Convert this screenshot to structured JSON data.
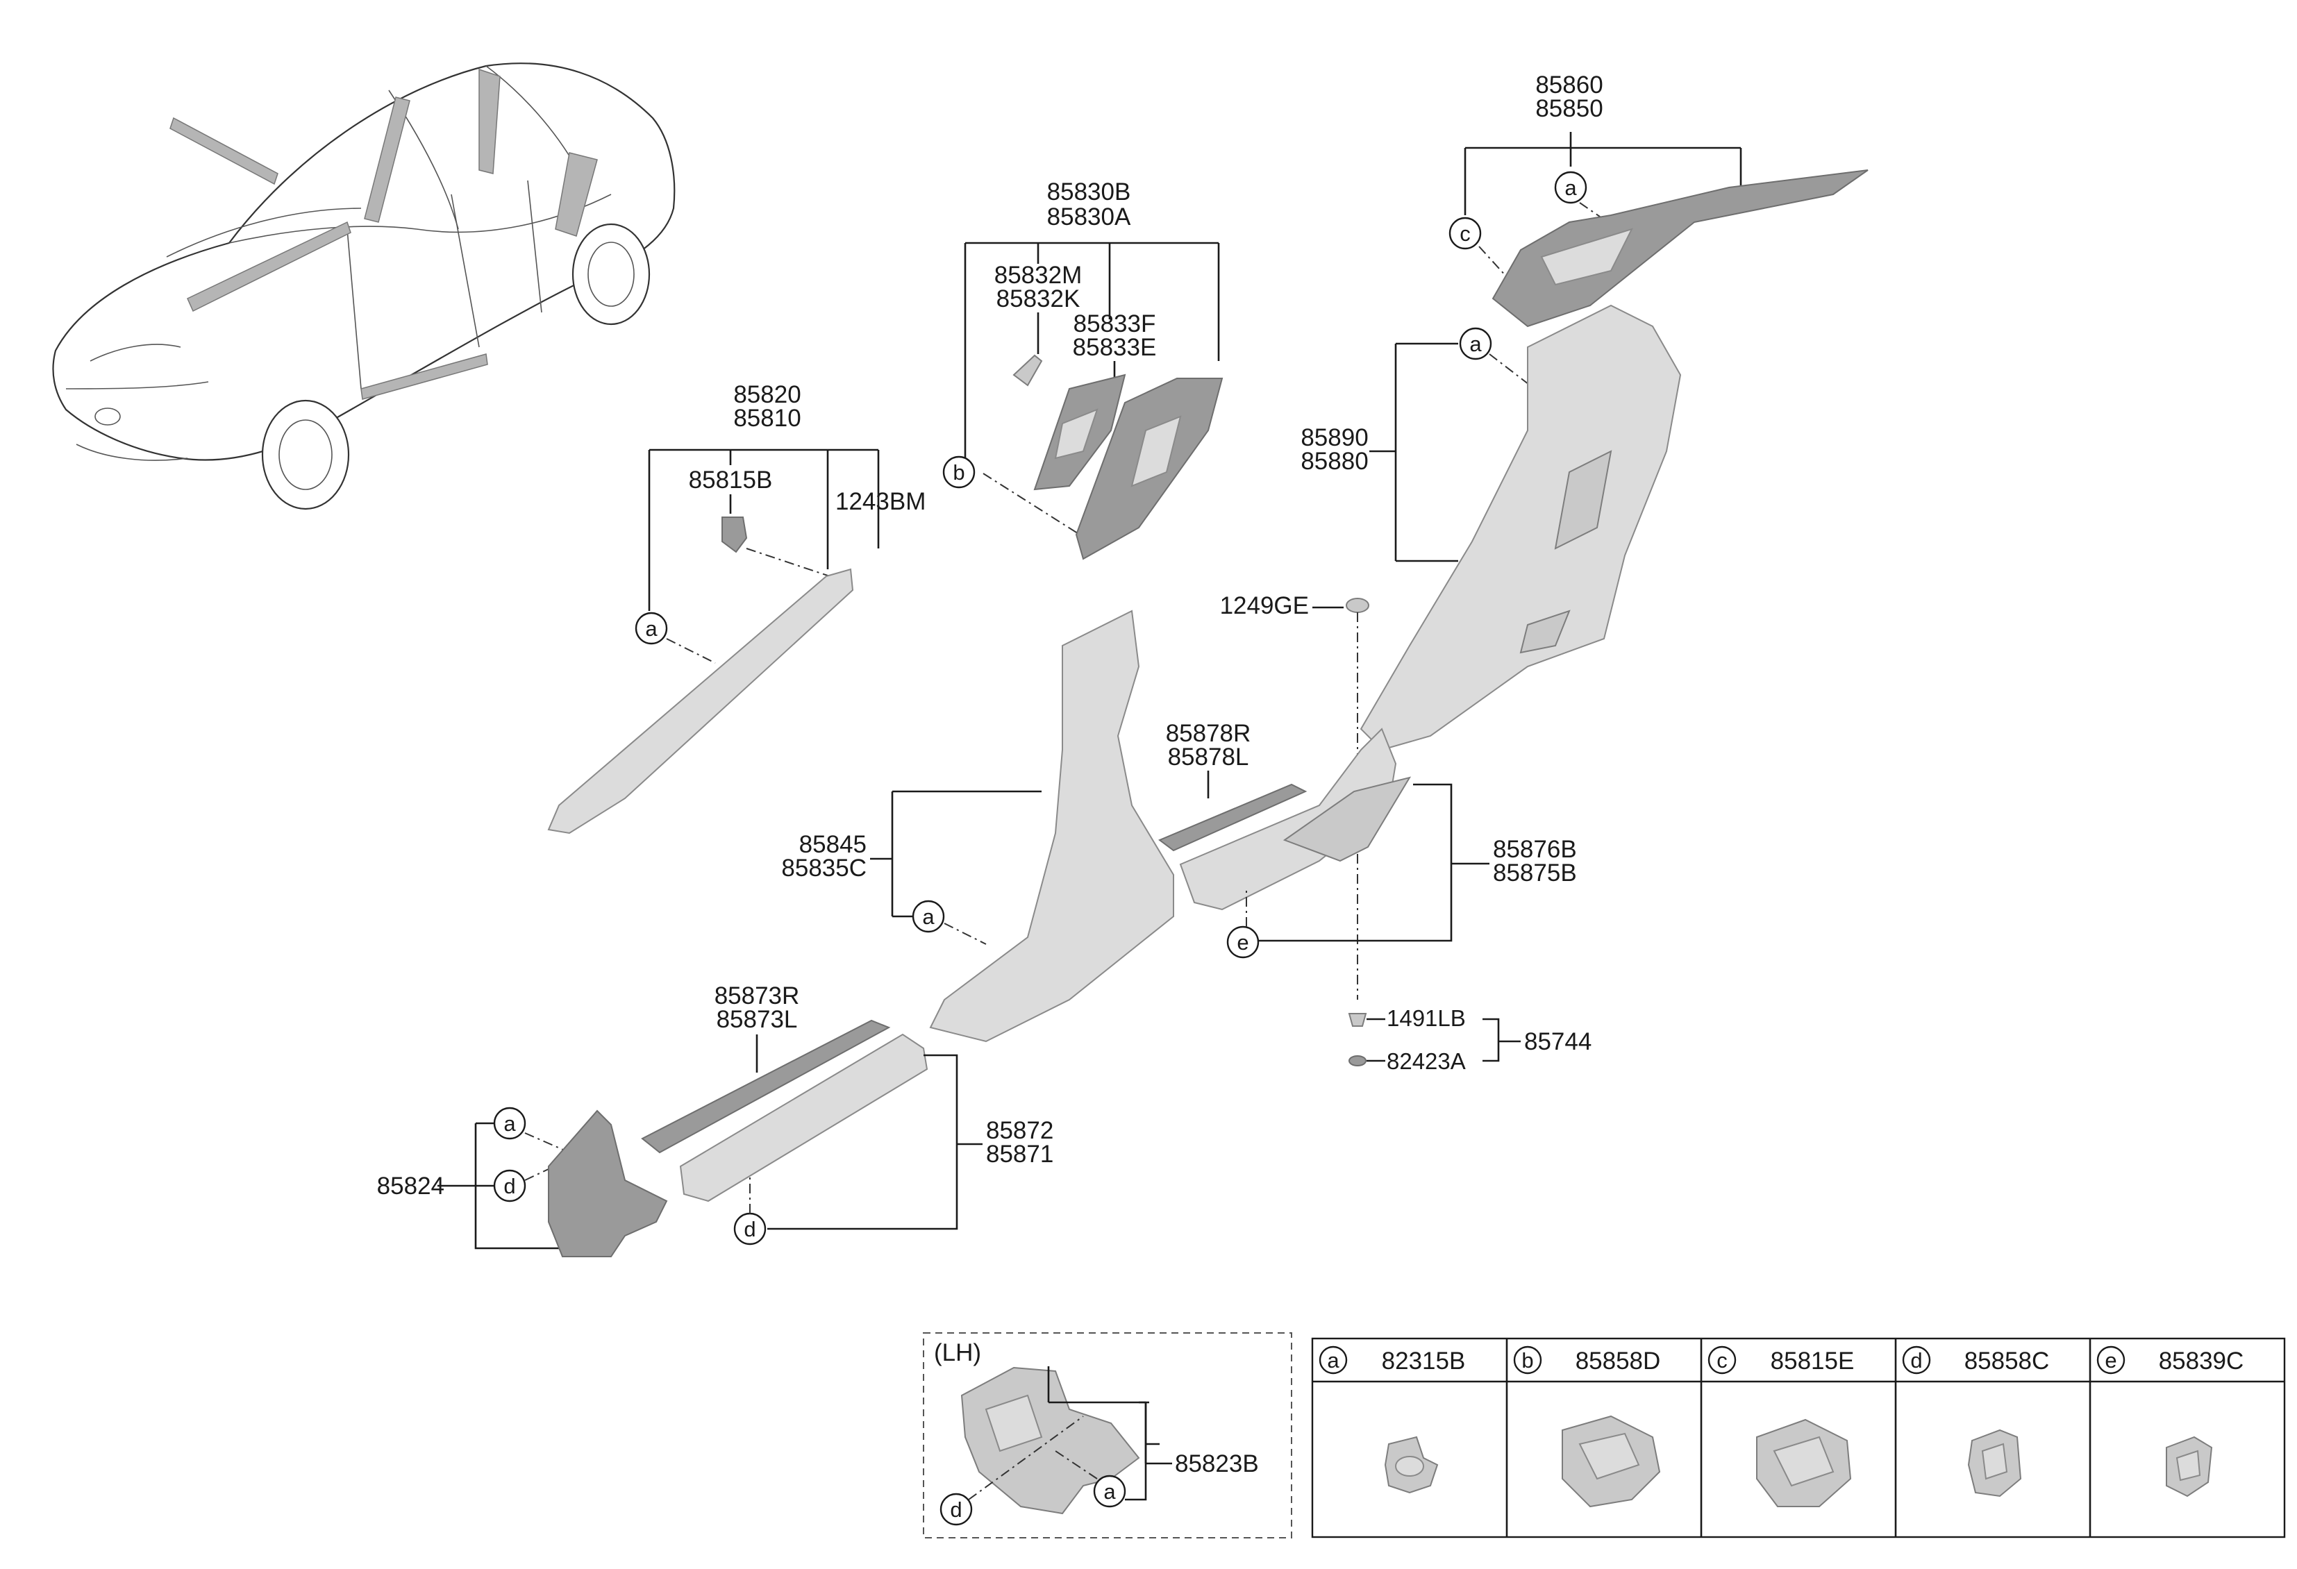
{
  "parts": {
    "p85860": "85860",
    "p85850": "85850",
    "p85830B": "85830B",
    "p85830A": "85830A",
    "p85832M": "85832M",
    "p85832K": "85832K",
    "p85833F": "85833F",
    "p85833E": "85833E",
    "p85820": "85820",
    "p85810": "85810",
    "p85815B": "85815B",
    "p1243BM": "1243BM",
    "p85890": "85890",
    "p85880": "85880",
    "p1249GE": "1249GE",
    "p85878R": "85878R",
    "p85878L": "85878L",
    "p85845": "85845",
    "p85835C": "85835C",
    "p85876B": "85876B",
    "p85875B": "85875B",
    "p1491LB": "1491LB",
    "p82423A": "82423A",
    "p85744": "85744",
    "p85873R": "85873R",
    "p85873L": "85873L",
    "p85872": "85872",
    "p85871": "85871",
    "p85824": "85824",
    "p85823B": "85823B"
  },
  "callouts": {
    "a": "a",
    "b": "b",
    "c": "c",
    "d": "d",
    "e": "e"
  },
  "lh_box": {
    "title": "(LH)"
  },
  "legend": [
    {
      "key": "a",
      "part": "82315B"
    },
    {
      "key": "b",
      "part": "85858D"
    },
    {
      "key": "c",
      "part": "85815E"
    },
    {
      "key": "d",
      "part": "85858C"
    },
    {
      "key": "e",
      "part": "85839C"
    }
  ]
}
